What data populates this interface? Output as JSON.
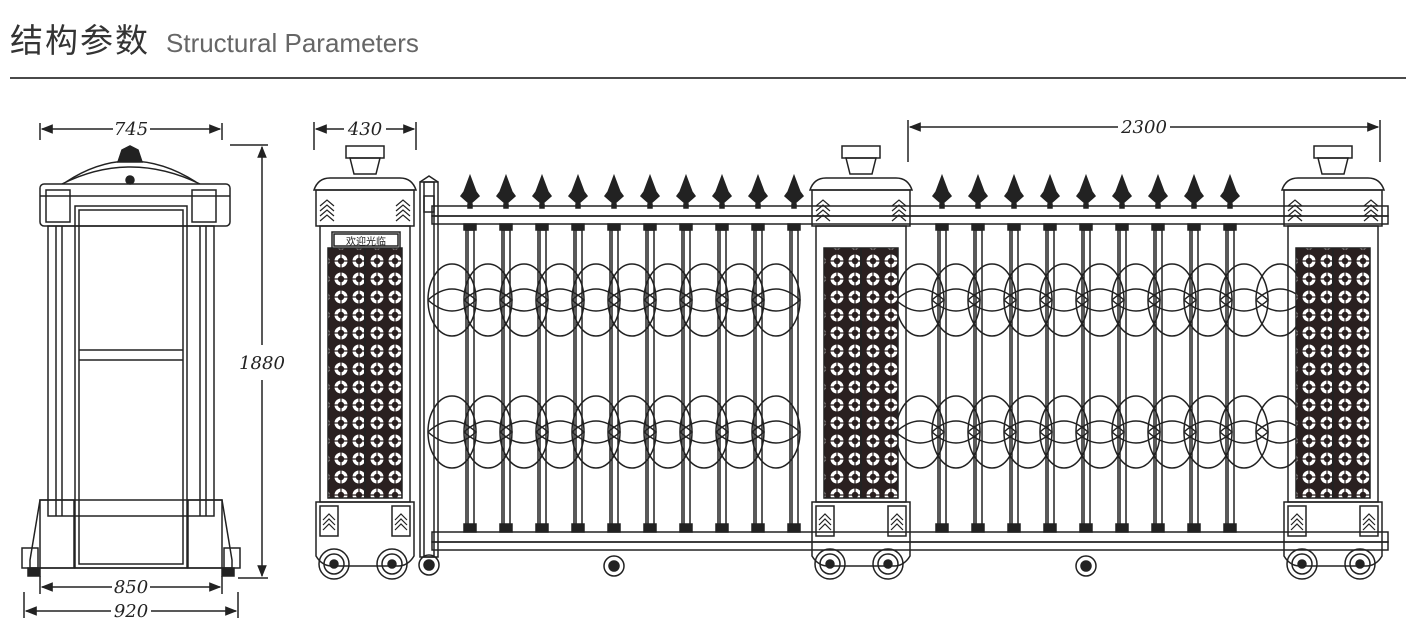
{
  "header": {
    "title_cn": "结构参数",
    "title_en": "Structural Parameters"
  },
  "side_view": {
    "dims": {
      "top_width": "745",
      "height": "1880",
      "inner_width": "850",
      "base_width": "920"
    }
  },
  "front_view": {
    "dims": {
      "post_width": "430",
      "section_length": "2300"
    },
    "sign_text": "欢迎光临"
  },
  "colors": {
    "line": "#222222",
    "lattice": "#2a2020",
    "title_rule": "#4a4a4a"
  }
}
